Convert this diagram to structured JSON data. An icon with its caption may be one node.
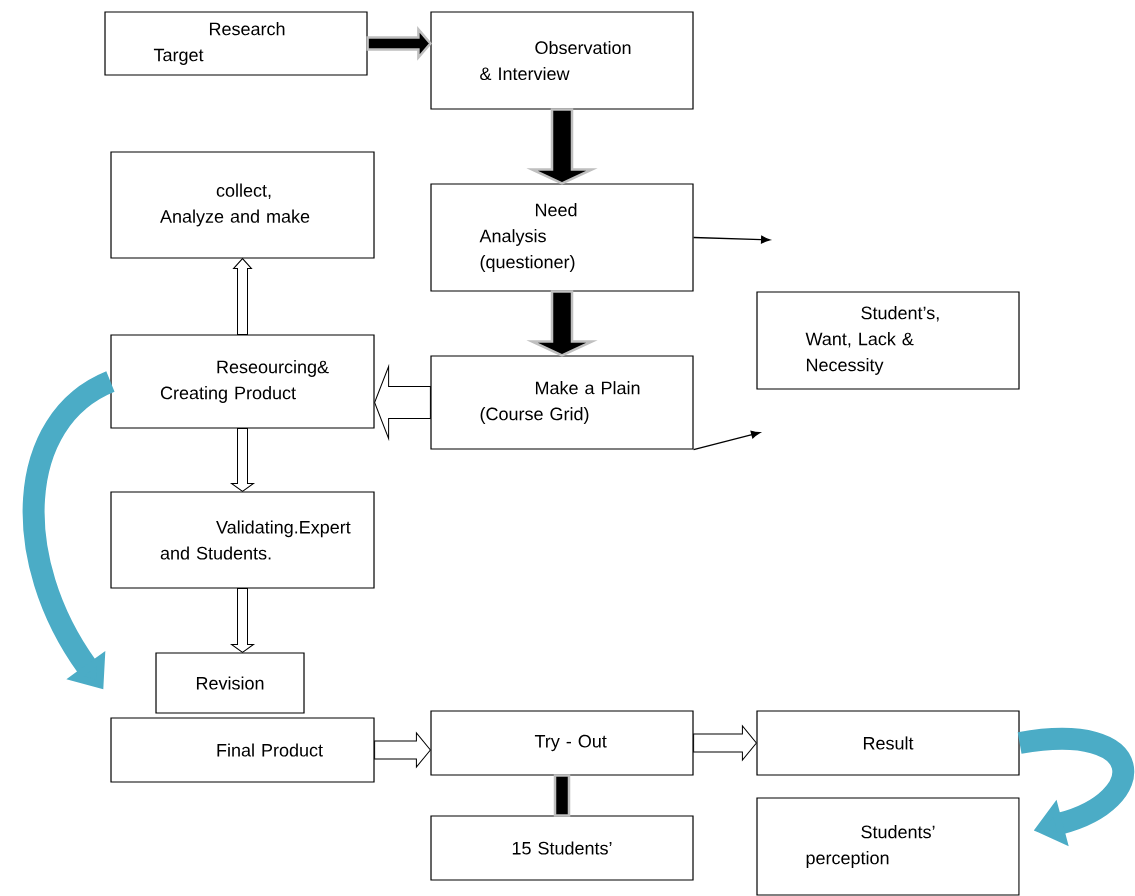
{
  "diagram": {
    "nodes": [
      {
        "text": [
          "Research Target"
        ]
      },
      {
        "text": [
          "Observation & Interview"
        ]
      },
      {
        "text": [
          "collect, Analyze and make"
        ]
      },
      {
        "text": [
          "Need Analysis (questioner)"
        ]
      },
      {
        "text": [
          "Student’s, Want, Lack & Necessity"
        ]
      },
      {
        "text": [
          "Reseourcing& Creating Product"
        ]
      },
      {
        "text": [
          "Make a Plain (Course Grid)"
        ]
      },
      {
        "text": [
          "Validating.Expert and Students."
        ]
      },
      {
        "text": [
          "Revision"
        ]
      },
      {
        "text": [
          "Final Product"
        ]
      },
      {
        "text": [
          "Try  - Out"
        ]
      },
      {
        "text": [
          "Result"
        ]
      },
      {
        "text": [
          "15 Students’"
        ]
      },
      {
        "text": [
          "Students’ perception"
        ]
      }
    ],
    "edges": [
      {
        "from": 0,
        "to": 1,
        "arrow": "to",
        "style": "thick"
      },
      {
        "from": 1,
        "to": 3,
        "arrow": "to",
        "style": "thick"
      },
      {
        "from": 3,
        "to": null,
        "arrow": "to"
      },
      {
        "from": 3,
        "to": 6,
        "arrow": "to",
        "style": "thick"
      },
      {
        "from": 6,
        "to": null,
        "arrow": "to"
      },
      {
        "from": 6,
        "to": 5,
        "arrow": "to"
      },
      {
        "from": 5,
        "to": 2,
        "arrow": "to"
      },
      {
        "from": 5,
        "to": 7,
        "arrow": "to"
      },
      {
        "from": 7,
        "to": 8,
        "arrow": "to"
      },
      {
        "from": 5,
        "to": 9,
        "arrow": "to",
        "style": "thick",
        "color": "#4bacc6"
      },
      {
        "from": 9,
        "to": 10,
        "arrow": "to"
      },
      {
        "from": 10,
        "to": 11,
        "arrow": "to"
      },
      {
        "from": 10,
        "to": 12,
        "arrow": "none",
        "style": "thick"
      },
      {
        "from": 11,
        "to": 13,
        "arrow": "to",
        "style": "thick",
        "color": "#4bacc6"
      }
    ]
  }
}
